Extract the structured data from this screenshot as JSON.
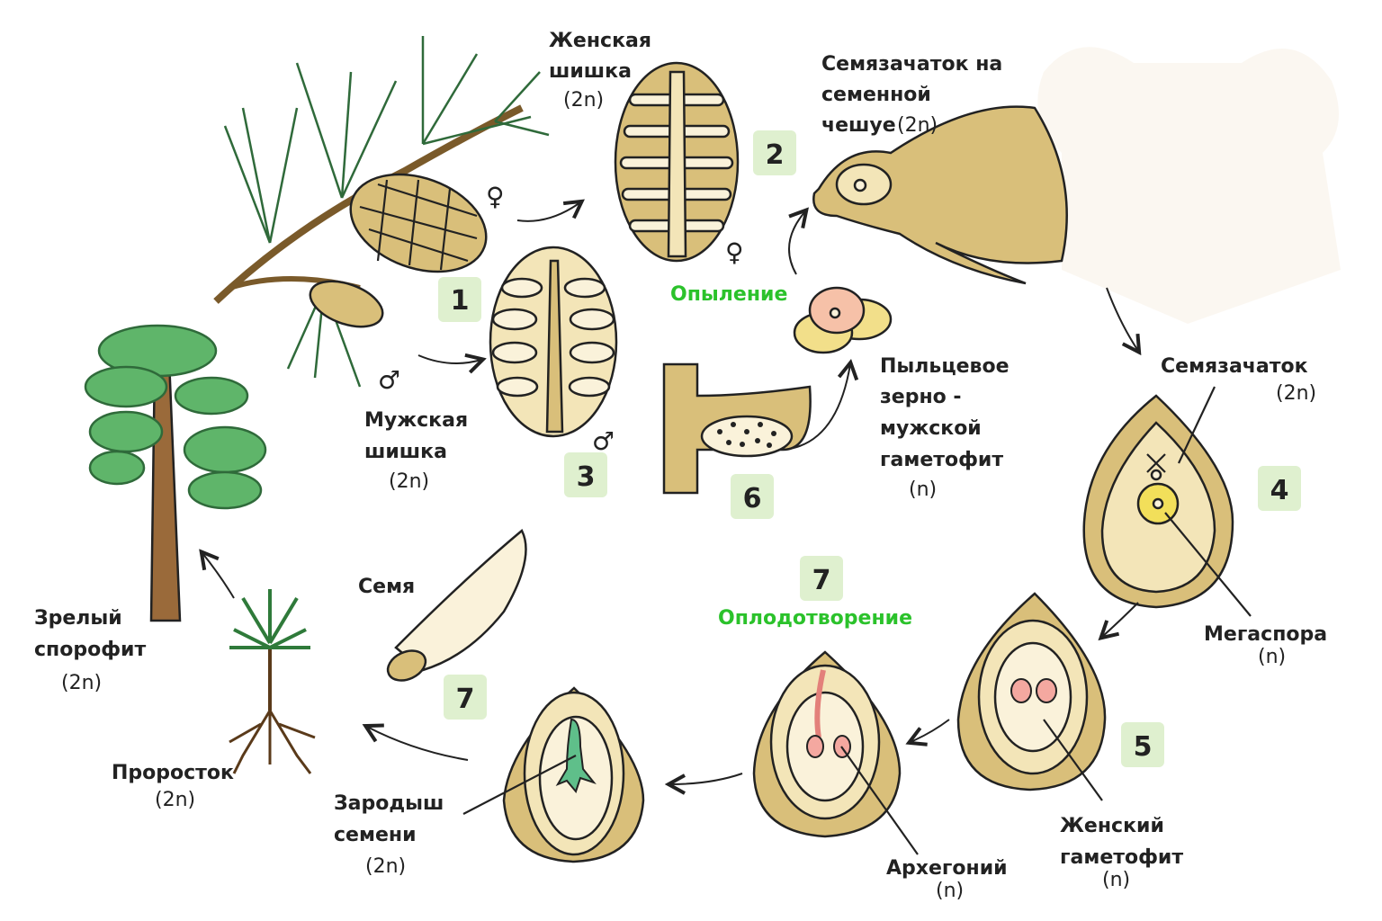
{
  "labels": {
    "female_cone": [
      "Женская",
      "шишка",
      "(2n)"
    ],
    "ovule_on_scale": [
      "Семязачаток на",
      "семенной",
      "чешуе",
      "(2n)"
    ],
    "pollination": "Опыление",
    "pollen_grain": [
      "Пыльцевое",
      "зерно -",
      "мужской",
      "гаметофит",
      "(n)"
    ],
    "ovule": [
      "Семязачаток",
      "(2n)"
    ],
    "megaspore": [
      "Мегаспора",
      "(n)"
    ],
    "female_gametophyte": [
      "Женский",
      "гаметофит",
      "(n)"
    ],
    "archegonium": [
      "Архегоний",
      "(n)"
    ],
    "fertilization": "Оплодотворение",
    "embryo": [
      "Зародыш",
      "семени",
      "(2n)"
    ],
    "seed": "Семя",
    "seedling": [
      "Проросток",
      "(2n)"
    ],
    "mature_sporophyte": [
      "Зрелый",
      "спорофит",
      "(2n)"
    ],
    "male_cone": [
      "Мужская",
      "шишка",
      "(2n)"
    ]
  },
  "steps": {
    "s1": "1",
    "s2": "2",
    "s3": "3",
    "s4": "4",
    "s5": "5",
    "s6": "6",
    "s7a": "7",
    "s7b": "7",
    "s7c": "7"
  },
  "symbols": {
    "female": "♀",
    "male": "♂"
  },
  "colors": {
    "tan": "#d9bf7a",
    "cream": "#f3e5b8",
    "accent_green": "#2bc22b",
    "badge": "#dff0cf",
    "foliage": "#5fb56a"
  }
}
